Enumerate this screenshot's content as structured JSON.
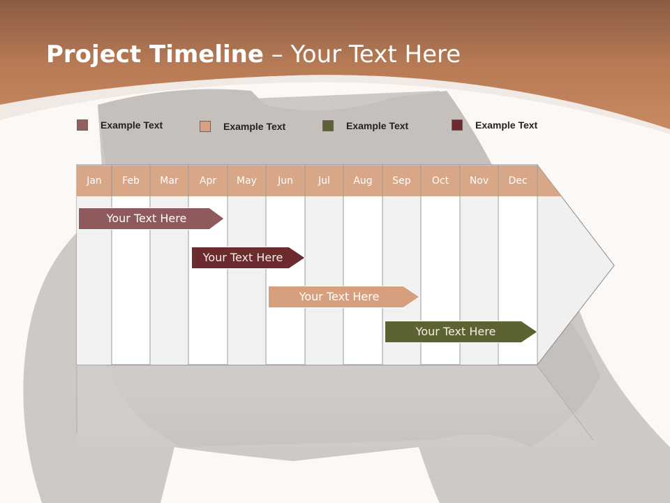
{
  "slide": {
    "title_bold": "Project Timeline",
    "title_rest": " – Your Text Here"
  },
  "colors": {
    "header_brown": "#b9774f",
    "month_header": "#d7a787",
    "task_1": "#8e5a5b",
    "task_2": "#6b2b2f",
    "task_3": "#d6a07f",
    "task_4": "#5c6232"
  },
  "legend": [
    {
      "label": "Example Text",
      "color": "#936062"
    },
    {
      "label": "Example Text",
      "color": "#d6a282"
    },
    {
      "label": "Example Text",
      "color": "#5c6234"
    },
    {
      "label": "Example Text",
      "color": "#6b2a2e"
    }
  ],
  "months": [
    "Jan",
    "Feb",
    "Mar",
    "Apr",
    "May",
    "Jun",
    "Jul",
    "Aug",
    "Sep",
    "Oct",
    "Nov",
    "Dec"
  ],
  "tasks": [
    {
      "label": "Your  Text Here",
      "color": "#8e5a5b"
    },
    {
      "label": "Your  Text Here",
      "color": "#6b2b2f"
    },
    {
      "label": "Your  Text Here",
      "color": "#d6a07f"
    },
    {
      "label": "Your  Text Here",
      "color": "#5c6232"
    }
  ]
}
